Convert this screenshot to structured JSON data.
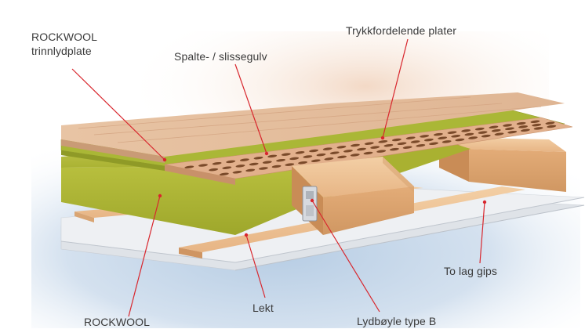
{
  "labels": {
    "rockwool_trinnlydplate": [
      "ROCKWOOL",
      "trinnlydplate"
    ],
    "spaltegulv": "Spalte- / slissegulv",
    "trykkfordelende": "Trykkfordelende plater",
    "to_lag_gips": "To lag gips",
    "lekt": "Lekt",
    "rockwool_bottom": "ROCKWOOL",
    "lydboyle": "Lydbøyle type B"
  },
  "colors": {
    "leader": "#d8262d",
    "wood": "#e9b98a",
    "insulation": "#b5bd3a",
    "board": "#e4c2a3",
    "gypsum": "#e3e6ea",
    "backdrop": "#c8d8ea"
  }
}
